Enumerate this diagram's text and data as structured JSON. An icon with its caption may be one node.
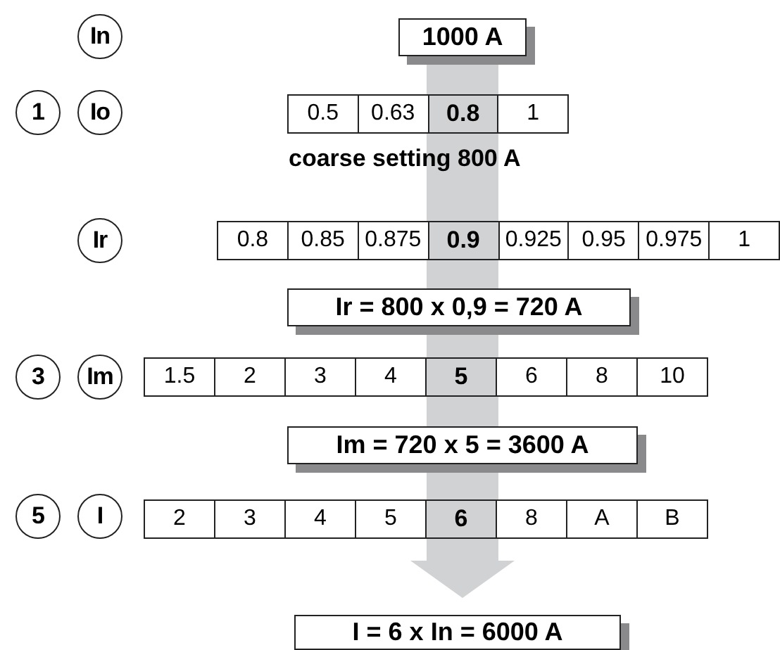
{
  "diagram": {
    "nodes": [
      {
        "text": [
          "In"
        ]
      },
      {
        "text": [
          "1000 A"
        ]
      },
      {
        "text": [
          "1"
        ]
      },
      {
        "text": [
          "Io"
        ]
      },
      {
        "text": [
          "0.5",
          "0.63",
          "0.8",
          "1"
        ]
      },
      {
        "text": [
          "Ir"
        ]
      },
      {
        "text": [
          "0.8",
          "0.85",
          "0.875",
          "0.9",
          "0.925",
          "0.95",
          "0.975",
          "1"
        ]
      },
      {
        "text": [
          "Ir = 800 x 0,9 = 720 A"
        ]
      },
      {
        "text": [
          "3"
        ]
      },
      {
        "text": [
          "Im"
        ]
      },
      {
        "text": [
          "1.5",
          "2",
          "3",
          "4",
          "5",
          "6",
          "8",
          "10"
        ]
      },
      {
        "text": [
          "Im = 720 x 5 = 3600 A"
        ]
      },
      {
        "text": [
          "5"
        ]
      },
      {
        "text": [
          "I"
        ]
      },
      {
        "text": [
          "2",
          "3",
          "4",
          "5",
          "6",
          "8",
          "A",
          "B"
        ]
      },
      {
        "text": [
          "I = 6 x In = 6000 A"
        ]
      }
    ],
    "edges": [
      {
        "from": 1,
        "to": 4,
        "arrow": "none"
      },
      {
        "from": 4,
        "to": 6,
        "arrow": "none"
      },
      {
        "from": 6,
        "to": 7,
        "arrow": "none"
      },
      {
        "from": 7,
        "to": 10,
        "arrow": "none"
      },
      {
        "from": 10,
        "to": 11,
        "arrow": "none"
      },
      {
        "from": 11,
        "to": 14,
        "arrow": "none"
      },
      {
        "from": 14,
        "to": 15,
        "arrow": "to"
      }
    ],
    "labels": [
      "coarse setting 800 A"
    ]
  }
}
